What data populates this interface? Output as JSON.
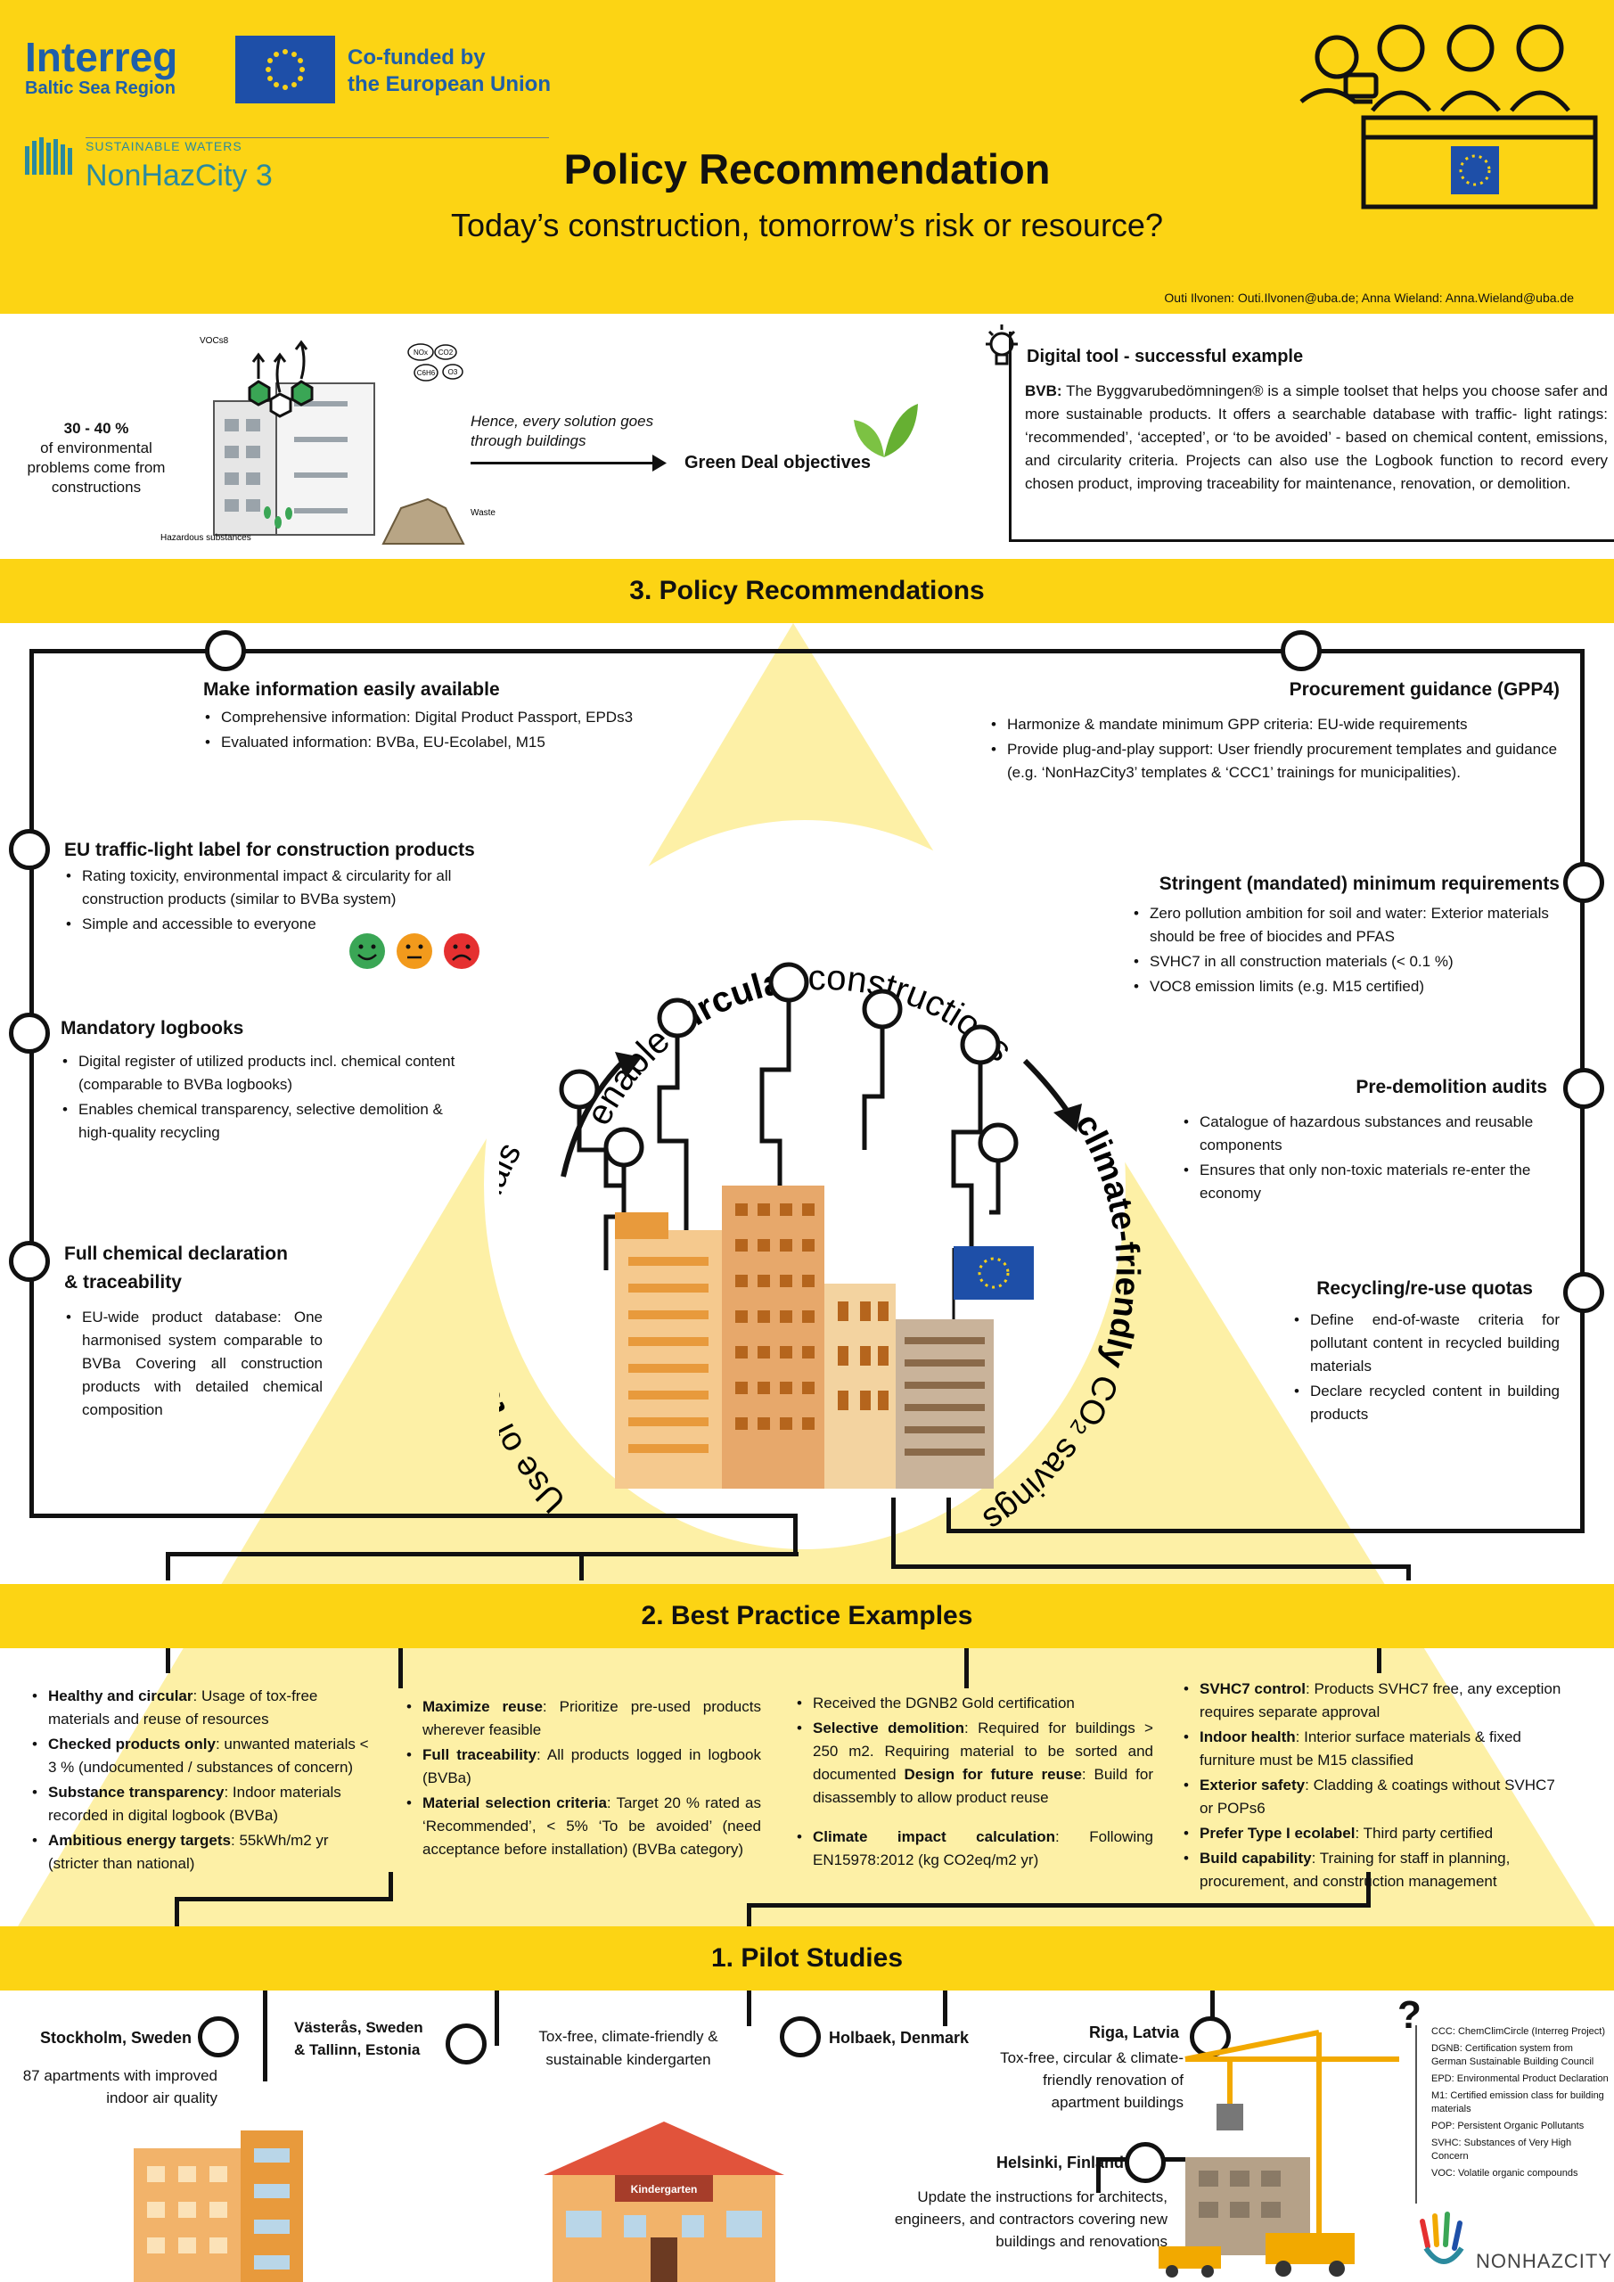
{
  "header": {
    "interreg": "Interreg",
    "region": "Baltic Sea Region",
    "cofunded_line1": "Co-funded by",
    "cofunded_line2": "the European Union",
    "sustainable": "SUSTAINABLE WATERS",
    "project": "NonHazCity 3",
    "title": "Policy Recommendation",
    "subtitle": "Today’s construction, tomorrow’s risk or resource?",
    "authors": "Outi Ilvonen: Outi.Ilvonen@uba.de; Anna Wieland: Anna.Wieland@uba.de"
  },
  "intro": {
    "stat_value": "30 - 40 %",
    "stat_text": "of environmental problems come from constructions",
    "voc_label": "VOCs8",
    "hazardous_label": "Hazardous substances",
    "waste_label": "Waste",
    "bubble_labels": [
      "NOx",
      "O3",
      "CO2",
      "C6H6"
    ],
    "hence": "Hence, every solution goes through buildings",
    "green_deal": "Green Deal objectives",
    "digital_title": "Digital tool - successful example",
    "digital_bold": "BVB:",
    "digital_text": "The Byggvarubedömningen® is a simple toolset that helps you choose safer and more sustainable products. It offers a searchable database with traffic- light ratings: ‘recommended’, ‘accepted’, or ‘to be avoided’ - based on chemical content, emissions, and circularity criteria. Projects can also use the Logbook function to record every chosen product, improving traceability for maintenance, renovation, or demolition."
  },
  "sections": {
    "policy": "3. Policy Recommendations",
    "best": "2. Best Practice Examples",
    "pilot": "1. Pilot Studies"
  },
  "policy": {
    "info_title": "Make information easily available",
    "info_items": [
      "Comprehensive information: Digital Product Passport, EPDs3",
      "Evaluated information: BVBa, EU-Ecolabel, M15"
    ],
    "traffic_title": "EU traffic-light label for construction products",
    "traffic_items": [
      "Rating toxicity, environmental impact & circularity for all construction products (similar to BVBa system)",
      "Simple and accessible to everyone"
    ],
    "logbook_title": "Mandatory logbooks",
    "logbook_items": [
      "Digital register of utilized products incl. chemical content (comparable to BVBa logbooks)",
      "Enables chemical transparency, selective demolition & high-quality recycling"
    ],
    "decl_title_1": "Full chemical declaration",
    "decl_title_2": "& traceability",
    "decl_items": [
      "EU-wide product database: One harmonised system comparable to BVBa Covering all construction products with detailed chemical composition"
    ],
    "proc_title": "Procurement guidance (GPP4)",
    "proc_items": [
      "Harmonize & mandate minimum GPP criteria: EU-wide requirements",
      "Provide plug-and-play support: User friendly procurement templates and guidance (e.g. ‘NonHazCity3’ templates & ‘CCC1’ trainings for municipalities)."
    ],
    "req_title": "Stringent (mandated) minimum requirements",
    "req_items": [
      "Zero pollution ambition for soil and water: Exterior materials should be free of biocides and PFAS",
      "SVHC7 in all construction materials (< 0.1 %)",
      "VOC8 emission limits (e.g. M15 certified)"
    ],
    "audit_title": "Pre-demolition audits",
    "audit_items": [
      "Catalogue of hazardous substances and reusable components",
      "Ensures that only non-toxic materials re-enter the economy"
    ],
    "recycle_title": "Recycling/re-use quotas",
    "recycle_items": [
      "Define end-of-waste criteria for pollutant content in recycled building materials",
      "Declare recycled content in building products"
    ],
    "circle_top_1": "enable ",
    "circle_top_2": "circular",
    "circle_top_3": " constructions",
    "circle_left_1": "Use of ",
    "circle_left_2": "tox-free",
    "circle_left_3": " materials",
    "circle_right_1": "climate-friendly",
    "circle_right_2": " CO",
    "circle_right_sub": "2",
    "circle_right_3": " savings"
  },
  "best": {
    "col1": [
      {
        "bold": "Healthy and circular",
        "text": ": Usage of tox-free materials and reuse of resources"
      },
      {
        "bold": "Checked products only",
        "text": ": unwanted materials < 3 % (undocumented / substances of concern)"
      },
      {
        "bold": "Substance transparency",
        "text": ": Indoor materials recorded in digital logbook (BVBa)"
      },
      {
        "bold": "Ambitious energy targets",
        "text": ": 55kWh/m2 yr (stricter than national)"
      }
    ],
    "col2": [
      {
        "bold": "Maximize reuse",
        "text": ": Prioritize pre-used products wherever feasible"
      },
      {
        "bold": "Full traceability",
        "text": ": All products logged in logbook (BVBa)"
      },
      {
        "bold": "Material selection criteria",
        "text": ": Target 20 % rated as ‘Recommended’, < 5% ‘To be avoided’ (need acceptance before installation) (BVBa category)"
      }
    ],
    "col3_a": "Received the DGNB2 Gold certification",
    "col3_b_bold": "Selective demolition",
    "col3_b": ": Required for buildings > 250 m2. Requiring material to be sorted and documented",
    "col3_b_bold2": "Design for future reuse",
    "col3_b2": ": Build for disassembly to allow product reuse",
    "col3_c_bold": "Climate impact calculation",
    "col3_c": ": Following EN15978:2012 (kg CO2eq/m2 yr)",
    "col4": [
      {
        "bold": "SVHC7 control",
        "text": ": Products SVHC7 free, any exception requires separate approval"
      },
      {
        "bold": "Indoor health",
        "text": ": Interior surface materials & fixed furniture must be M15 classified"
      },
      {
        "bold": "Exterior safety",
        "text": ": Cladding & coatings without SVHC7 or POPs6"
      },
      {
        "bold": "Prefer Type I ecolabel",
        "text": ": Third party certified"
      },
      {
        "bold": "Build capability",
        "text": ": Training for staff in planning, procurement, and construction management"
      }
    ]
  },
  "pilot": {
    "stockholm": "Stockholm, Sweden",
    "stockholm_text": "87 apartments with improved indoor air quality",
    "vasteras_1": "Västerås, Sweden",
    "vasteras_2": "& Tallinn, Estonia",
    "kindergarten_text": "Tox-free, climate-friendly & sustainable kindergarten",
    "kindergarten_sign": "Kindergarten",
    "holbaek": "Holbaek, Denmark",
    "riga": "Riga, Latvia",
    "riga_text": "Tox-free, circular & climate-friendly renovation of apartment buildings",
    "helsinki": "Helsinki, Finland",
    "helsinki_text": "Update the instructions for architects, engineers, and contractors covering new buildings and renovations"
  },
  "glossary": [
    "CCC: ChemClimCircle (Interreg Project)",
    "DGNB: Certification system from German Sustainable Building Council",
    "EPD: Environmental Product Declaration",
    "M1: Certified emission class for building materials",
    "POP: Persistent Organic Pollutants",
    "SVHC: Substances of Very High Concern",
    "VOC: Volatile organic compounds"
  ],
  "footer_logo": "NONHAZCITY",
  "colors": {
    "yellow": "#fcd414",
    "pale_yellow": "#fdf0a6",
    "eu_blue": "#1e4fa8",
    "orange": "#e89a3c"
  }
}
